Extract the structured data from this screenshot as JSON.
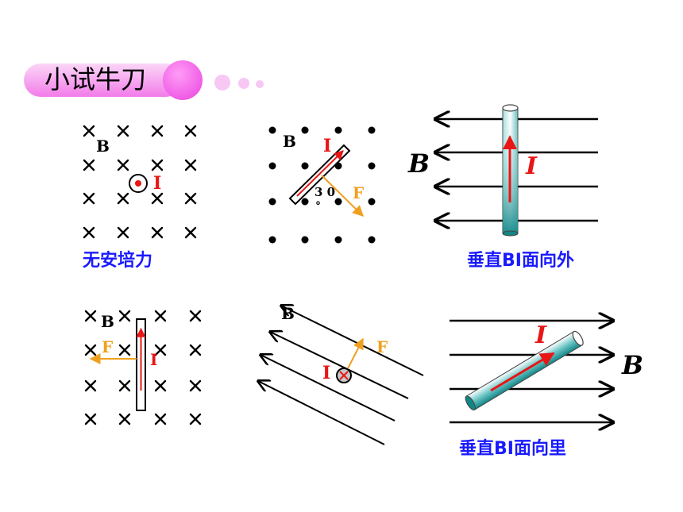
{
  "title": "小试牛刀",
  "panels": {
    "p1": {
      "field_label": "B",
      "current_label": "I",
      "caption": "无安培力"
    },
    "p2": {
      "field_label": "B",
      "current_label": "I",
      "force_label": "F",
      "angle_label": "3 0",
      "degree_mark": "°"
    },
    "p3": {
      "field_label": "B",
      "current_label": "I",
      "caption": "垂直BI面向外"
    },
    "p4": {
      "field_label": "B",
      "current_label": "I",
      "force_label": "F"
    },
    "p5": {
      "field_label": "B",
      "current_label": "I",
      "force_label": "F"
    },
    "p6": {
      "field_label": "B",
      "current_label": "I",
      "caption": "垂直BI面向里"
    }
  },
  "colors": {
    "pill_pink": "#f57ef0",
    "pill_light": "#f9c5f3",
    "current_red": "#e81616",
    "force_orange": "#f0a020",
    "caption_blue": "#1a1aff",
    "conductor_teal": "#1f9a9a"
  }
}
